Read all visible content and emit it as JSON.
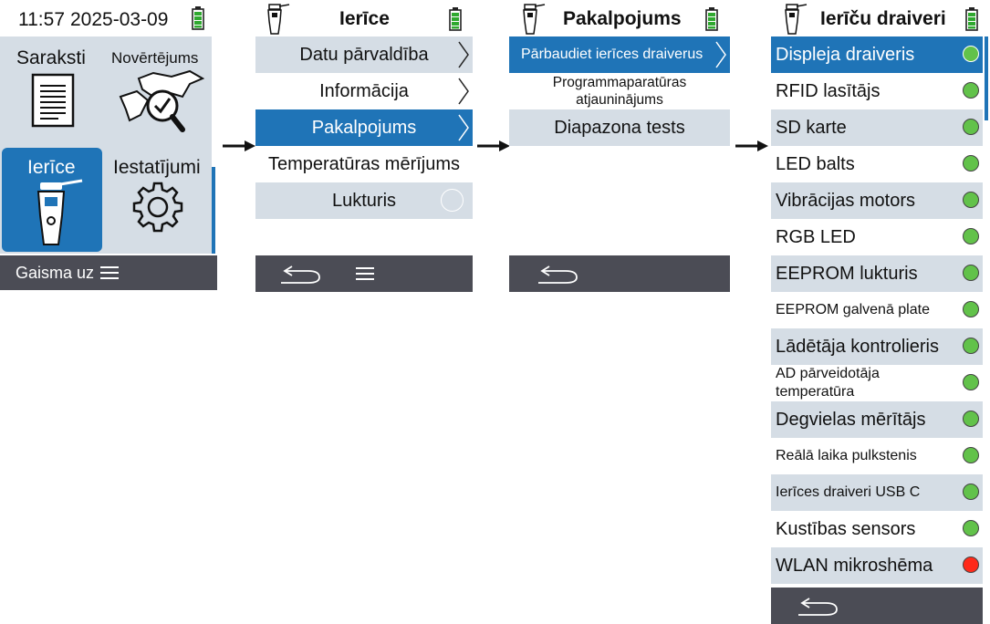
{
  "screen1": {
    "time": "11:57",
    "date": "2025-03-09",
    "tiles": [
      {
        "label": "Saraksti",
        "icon": "document-list-icon"
      },
      {
        "label": "Novērtējums",
        "icon": "evaluation-magnifier-icon"
      },
      {
        "label": "Ierīce",
        "icon": "device-icon"
      },
      {
        "label": "Iestatījumi",
        "icon": "gear-icon"
      }
    ],
    "bottom_label": "Gaisma uz",
    "bottom_icon": "menu-icon"
  },
  "screen2": {
    "title": "Ierīce",
    "items": [
      {
        "label": "Datu pārvaldība"
      },
      {
        "label": "Informācija"
      },
      {
        "label": "Pakalpojums"
      },
      {
        "label": "Temperatūras mērījums"
      },
      {
        "label": "Lukturis"
      }
    ],
    "bottom_icons": [
      "back-icon",
      "menu-icon"
    ]
  },
  "screen3": {
    "title": "Pakalpojums",
    "items": [
      {
        "label": "Pārbaudiet ierīces draiverus"
      },
      {
        "label": "Programmaparatūras atjauninājums"
      },
      {
        "label": "Diapazona tests"
      }
    ],
    "bottom_icons": [
      "back-icon"
    ]
  },
  "screen4": {
    "title": "Ierīču draiveri",
    "items": [
      {
        "label": "Displeja draiveris",
        "status": "ok"
      },
      {
        "label": "RFID lasītājs",
        "status": "ok"
      },
      {
        "label": "SD karte",
        "status": "ok"
      },
      {
        "label": "LED balts",
        "status": "ok"
      },
      {
        "label": "Vibrācijas motors",
        "status": "ok"
      },
      {
        "label": "RGB LED",
        "status": "ok"
      },
      {
        "label": "EEPROM lukturis",
        "status": "ok"
      },
      {
        "label": "EEPROM galvenā plate",
        "status": "ok"
      },
      {
        "label": "Lādētāja kontrolieris",
        "status": "ok"
      },
      {
        "label": "AD pārveidotāja temperatūra",
        "status": "ok"
      },
      {
        "label": "Degvielas mērītājs",
        "status": "ok"
      },
      {
        "label": "Reālā laika pulkstenis",
        "status": "ok"
      },
      {
        "label": "Ierīces draiveri USB C",
        "status": "ok"
      },
      {
        "label": "Kustības sensors",
        "status": "ok"
      },
      {
        "label": "WLAN mikroshēma",
        "status": "error"
      }
    ],
    "bottom_icons": [
      "back-icon"
    ]
  },
  "colors": {
    "selected": "#1f74b7",
    "row_grey": "#d5dde5",
    "bottom_bar": "#4b4c55",
    "status_ok": "#62c24a",
    "status_error": "#ff2a1a",
    "battery": "#2fa82f"
  }
}
